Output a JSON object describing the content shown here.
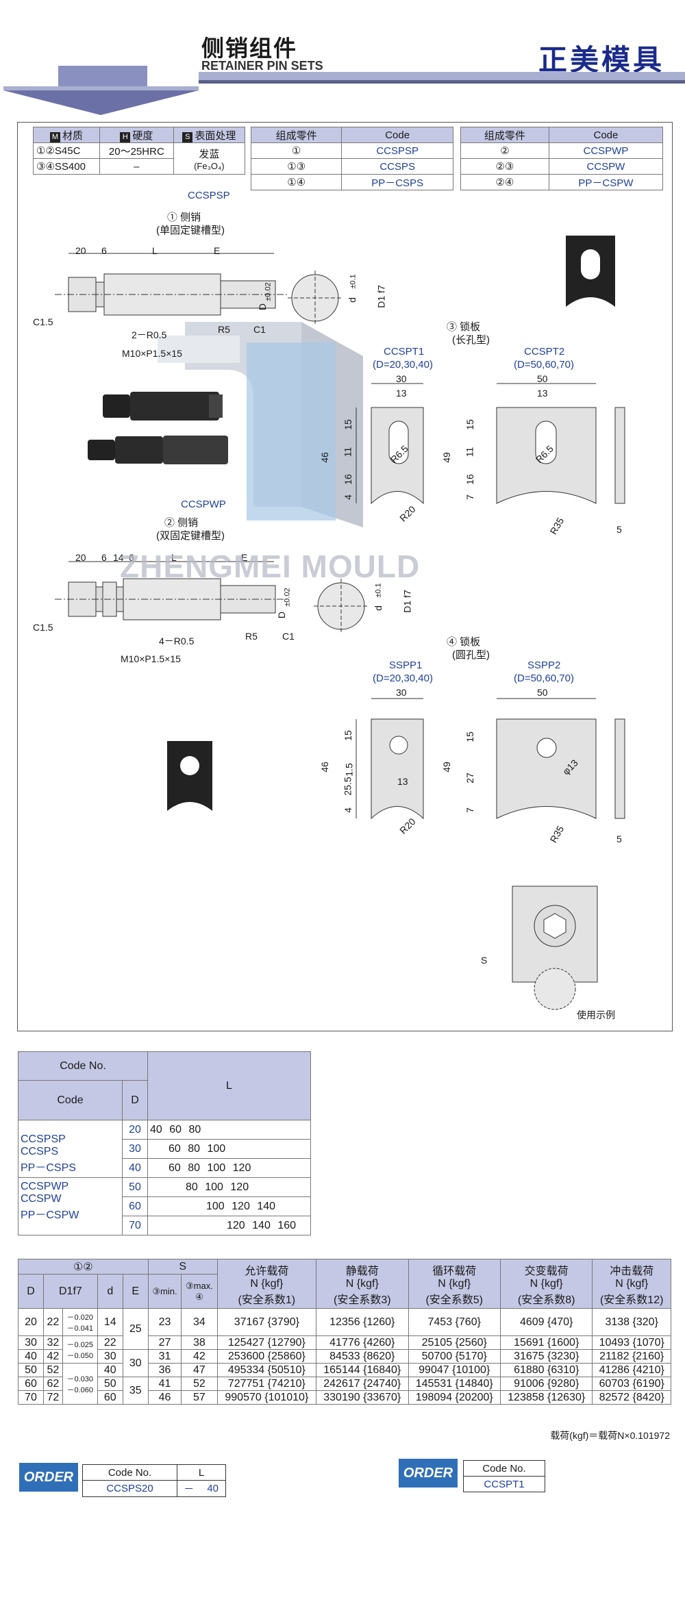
{
  "header": {
    "title_cn": "侧销组件",
    "title_en": "RETAINER PIN SETS",
    "brand": "正美模具"
  },
  "material_table": {
    "headers": [
      {
        "tag": "M",
        "label": "材质"
      },
      {
        "tag": "H",
        "label": "硬度"
      },
      {
        "tag": "S",
        "label": "表面处理"
      }
    ],
    "rows": [
      [
        "①②S45C",
        "20～25HRC"
      ],
      [
        "③④SS400",
        "–"
      ]
    ],
    "surface": "发蓝",
    "surface_sub": "(Fe₃O₄)"
  },
  "combo_table_1": {
    "headers": [
      "组成零件",
      "Code"
    ],
    "rows": [
      [
        "①",
        "CCSPSP"
      ],
      [
        "①③",
        "CCSPS"
      ],
      [
        "①④",
        "PP－CSPS"
      ]
    ]
  },
  "combo_table_2": {
    "headers": [
      "组成零件",
      "Code"
    ],
    "rows": [
      [
        "②",
        "CCSPWP"
      ],
      [
        "②③",
        "CCSPW"
      ],
      [
        "②④",
        "PP－CSPW"
      ]
    ]
  },
  "drawing": {
    "pin1_code": "CCSPSP",
    "pin1_name": "① 侧销",
    "pin1_type": "(单固定键槽型)",
    "pin2_code": "CCSPWP",
    "pin2_name": "② 侧销",
    "pin2_type": "(双固定键槽型)",
    "plate3_name": "③ 锁板",
    "plate3_type": "(长孔型)",
    "plate4_name": "④ 锁板",
    "plate4_type": "(圆孔型)",
    "ccspt1": "CCSPT1",
    "ccspt1_d": "(D=20,30,40)",
    "ccspt2": "CCSPT2",
    "ccspt2_d": "(D=50,60,70)",
    "sspp1": "SSPP1",
    "sspp1_d": "(D=20,30,40)",
    "sspp2": "SSPP2",
    "sspp2_d": "(D=50,60,70)",
    "pin1_dims": [
      "20",
      "6",
      "L",
      "E",
      "C1.5",
      "2－R0.5",
      "M10×P1.5×15",
      "R5",
      "C1",
      "D",
      "±0.02",
      "d",
      "±0.1",
      "D1 f7"
    ],
    "pin2_dims": [
      "20",
      "6",
      "14",
      "6",
      "L",
      "E",
      "C1.5",
      "4－R0.5",
      "M10×P1.5×15",
      "R5",
      "C1",
      "D",
      "±0.02",
      "d",
      "±0.1",
      "D1 f7"
    ],
    "plate_dims": [
      "30",
      "13",
      "15",
      "11",
      "16",
      "4",
      "46",
      "R6.5",
      "R20",
      "50",
      "13",
      "15",
      "11",
      "16",
      "7",
      "49",
      "R6.5",
      "R35",
      "5"
    ],
    "plate4_dims": [
      "30",
      "15",
      "1.5",
      "25.5",
      "4",
      "46",
      "13",
      "R20",
      "50",
      "15",
      "27",
      "7",
      "49",
      "φ13",
      "R35",
      "5"
    ],
    "usage_label": "使用示例",
    "usage_s": "S",
    "watermark": "ZHENGMEI MOULD"
  },
  "length_table": {
    "header_codeno": "Code No.",
    "header_code": "Code",
    "header_d": "D",
    "header_l": "L",
    "codes_a": [
      "CCSPSP",
      "CCSPS",
      "PP－CSPS"
    ],
    "codes_b": [
      "CCSPWP",
      "CCSPW",
      "PP－CSPW"
    ],
    "rows": [
      {
        "d": "20",
        "l": [
          "40",
          "60",
          "80",
          "",
          ""
        ]
      },
      {
        "d": "30",
        "l": [
          "",
          "60",
          "80",
          "100",
          ""
        ]
      },
      {
        "d": "40",
        "l": [
          "",
          "60",
          "80",
          "100",
          "120"
        ]
      },
      {
        "d": "50",
        "l": [
          "",
          "",
          "80",
          "100",
          "120"
        ]
      },
      {
        "d": "60",
        "l": [
          "",
          "",
          "",
          "100",
          "120",
          "140"
        ]
      },
      {
        "d": "70",
        "l": [
          "",
          "",
          "",
          "",
          "120",
          "140",
          "160"
        ]
      }
    ]
  },
  "load_table": {
    "group12": "①②",
    "group_s": "S",
    "h_D": "D",
    "h_D1": "D1f7",
    "h_d": "d",
    "h_E": "E",
    "h_s3min": "③min.",
    "h_s3max": "③max.",
    "h_s4": "④",
    "load_headers": [
      [
        "允许载荷",
        "N {kgf}",
        "(安全系数1)"
      ],
      [
        "静载荷",
        "N {kgf}",
        "(安全系数3)"
      ],
      [
        "循环载荷",
        "N {kgf}",
        "(安全系数5)"
      ],
      [
        "交变载荷",
        "N {kgf}",
        "(安全系数8)"
      ],
      [
        "冲击载荷",
        "N {kgf}",
        "(安全系数12)"
      ]
    ],
    "rows": [
      {
        "D": "20",
        "D1": "22",
        "tol": "－0.020\n－0.041",
        "d": "14",
        "E": "25",
        "smin": "23",
        "smax": "34",
        "loads": [
          [
            "37167",
            "{3790}"
          ],
          [
            "12356",
            "{1260}"
          ],
          [
            "7453",
            "{760}"
          ],
          [
            "4609",
            "{470}"
          ],
          [
            "3138",
            "{320}"
          ]
        ]
      },
      {
        "D": "30",
        "D1": "32",
        "tol": "－0.025\n－0.050",
        "d": "22",
        "E": "",
        "smin": "27",
        "smax": "38",
        "loads": [
          [
            "125427",
            "{12790}"
          ],
          [
            "41776",
            "{4260}"
          ],
          [
            "25105",
            "{2560}"
          ],
          [
            "15691",
            "{1600}"
          ],
          [
            "10493",
            "{1070}"
          ]
        ]
      },
      {
        "D": "40",
        "D1": "42",
        "tol": "",
        "d": "30",
        "E": "30",
        "smin": "31",
        "smax": "42",
        "loads": [
          [
            "253600",
            "{25860}"
          ],
          [
            "84533",
            "{8620}"
          ],
          [
            "50700",
            "{5170}"
          ],
          [
            "31675",
            "{3230}"
          ],
          [
            "21182",
            "{2160}"
          ]
        ]
      },
      {
        "D": "50",
        "D1": "52",
        "tol": "－0.030\n－0.060",
        "d": "40",
        "E": "",
        "smin": "36",
        "smax": "47",
        "loads": [
          [
            "495334",
            "{50510}"
          ],
          [
            "165144",
            "{16840}"
          ],
          [
            "99047",
            "{10100}"
          ],
          [
            "61880",
            "{6310}"
          ],
          [
            "41286",
            "{4210}"
          ]
        ]
      },
      {
        "D": "60",
        "D1": "62",
        "tol": "",
        "d": "50",
        "E": "35",
        "smin": "41",
        "smax": "52",
        "loads": [
          [
            "727751",
            "{74210}"
          ],
          [
            "242617",
            "{24740}"
          ],
          [
            "145531",
            "{14840}"
          ],
          [
            "91006",
            "{9280}"
          ],
          [
            "60703",
            "{6190}"
          ]
        ]
      },
      {
        "D": "70",
        "D1": "72",
        "tol": "",
        "d": "60",
        "E": "",
        "smin": "46",
        "smax": "57",
        "loads": [
          [
            "990570",
            "{101010}"
          ],
          [
            "330190",
            "{33670}"
          ],
          [
            "198094",
            "{20200}"
          ],
          [
            "123858",
            "{12630}"
          ],
          [
            "82572",
            "{8420}"
          ]
        ]
      }
    ],
    "note": "载荷(kgf)＝载荷N×0.101972"
  },
  "order1": {
    "badge": "ORDER",
    "h_code": "Code No.",
    "h_l": "L",
    "code": "CCSPS20",
    "dash": "－",
    "l": "40"
  },
  "order2": {
    "badge": "ORDER",
    "h_code": "Code No.",
    "code": "CCSPT1"
  }
}
